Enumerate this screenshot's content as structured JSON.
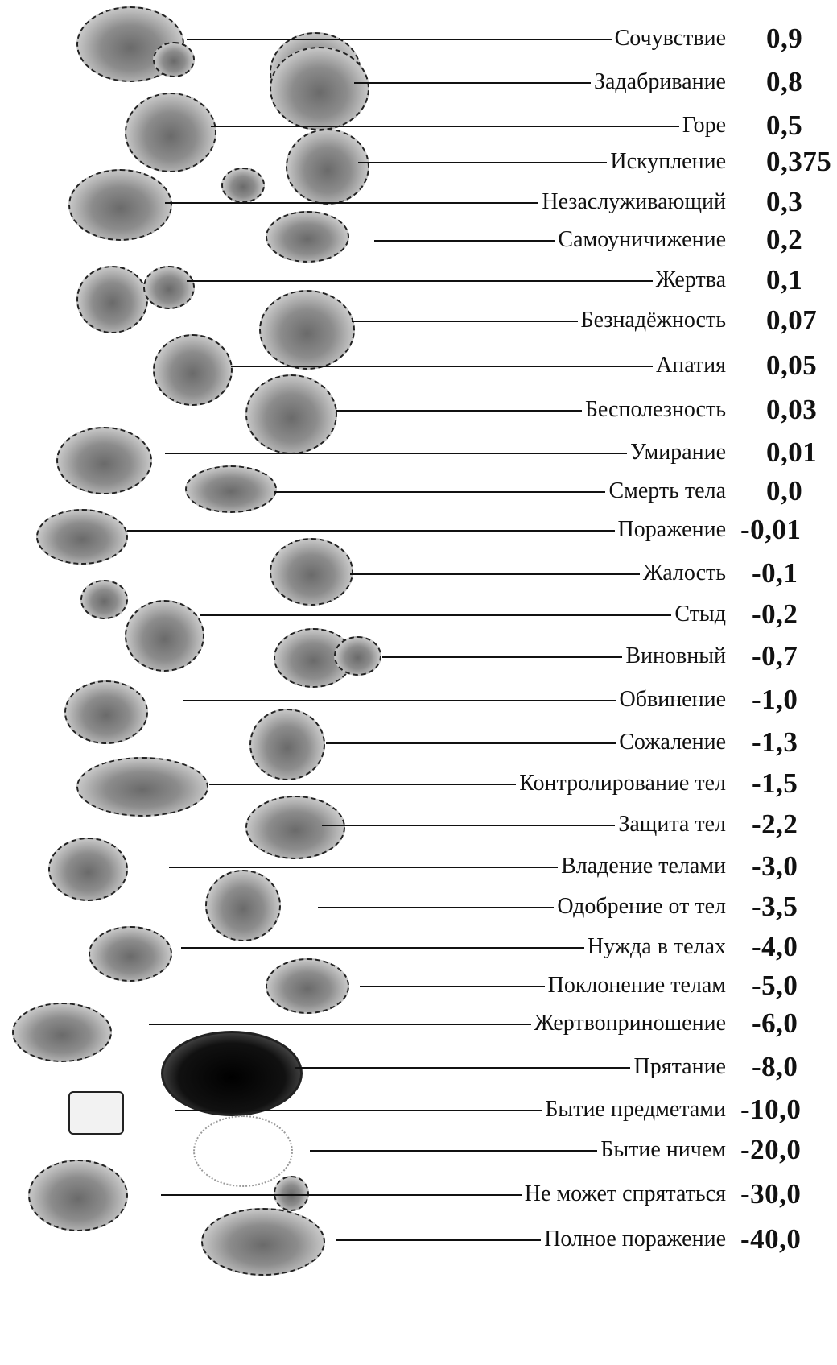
{
  "scale": [
    {
      "label": "Сочувствие",
      "value": "0,9"
    },
    {
      "label": "Задабривание",
      "value": "0,8"
    },
    {
      "label": "Горе",
      "value": "0,5"
    },
    {
      "label": "Искупление",
      "value": "0,375"
    },
    {
      "label": "Незаслуживающий",
      "value": "0,3"
    },
    {
      "label": "Самоуничижение",
      "value": "0,2"
    },
    {
      "label": "Жертва",
      "value": "0,1"
    },
    {
      "label": "Безнадёжность",
      "value": "0,07"
    },
    {
      "label": "Апатия",
      "value": "0,05"
    },
    {
      "label": "Бесполезность",
      "value": "0,03"
    },
    {
      "label": "Умирание",
      "value": "0,01"
    },
    {
      "label": "Смерть тела",
      "value": "0,0"
    },
    {
      "label": "Поражение",
      "value": "-0,01"
    },
    {
      "label": "Жалость",
      "value": "-0,1"
    },
    {
      "label": "Стыд",
      "value": "-0,2"
    },
    {
      "label": "Виновный",
      "value": "-0,7"
    },
    {
      "label": "Обвинение",
      "value": "-1,0"
    },
    {
      "label": "Сожаление",
      "value": "-1,3"
    },
    {
      "label": "Контролирование тел",
      "value": "-1,5"
    },
    {
      "label": "Защита тел",
      "value": "-2,2"
    },
    {
      "label": "Владение телами",
      "value": "-3,0"
    },
    {
      "label": "Одобрение от тел",
      "value": "-3,5"
    },
    {
      "label": "Нужда в телах",
      "value": "-4,0"
    },
    {
      "label": "Поклонение телам",
      "value": "-5,0"
    },
    {
      "label": "Жертвоприношение",
      "value": "-6,0"
    },
    {
      "label": "Прятание",
      "value": "-8,0"
    },
    {
      "label": "Бытие предметами",
      "value": "-10,0"
    },
    {
      "label": "Бытие ничем",
      "value": "-20,0"
    },
    {
      "label": "Не может спрятаться",
      "value": "-30,0"
    },
    {
      "label": "Полное поражение",
      "value": "-40,0"
    }
  ]
}
